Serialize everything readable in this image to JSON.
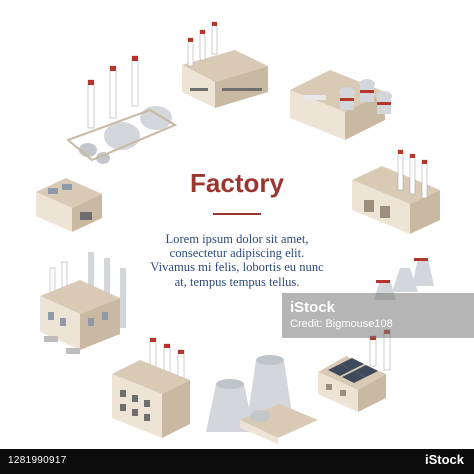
{
  "title": "Factory",
  "body_lines": [
    "Lorem ipsum dolor sit amet,",
    "consectetur adipiscing elit.",
    "Vivamus mi felis, lobortis eu nunc",
    "at, tempus tempus tellus."
  ],
  "watermark": {
    "brand": "iStock",
    "credit": "Credit: Bigmouse108"
  },
  "footer": {
    "image_id": "1281990917",
    "brand": "iStock"
  },
  "colors": {
    "title": "#9a3630",
    "body_text": "#2f4a7a",
    "building_wall": "#ede4d6",
    "building_roof": "#d8cab4",
    "stack_red": "#b5352c",
    "tank_grey": "#d3d6da"
  }
}
